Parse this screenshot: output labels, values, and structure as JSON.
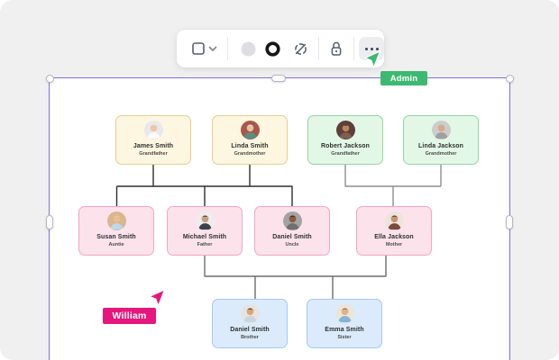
{
  "toolbar": {
    "tools": {
      "shape": "rounded-square",
      "fill_color": "#dedee2",
      "stroke_color": "#161616",
      "hidden": "eye-off",
      "lock": "unlocked",
      "more": "ellipsis"
    }
  },
  "selection": {
    "color": "#7d70e4"
  },
  "collaborators": [
    {
      "name": "Admin",
      "color": "#3eb971"
    },
    {
      "name": "William",
      "color": "#e6177c"
    }
  ],
  "family_tree": {
    "groups": {
      "yellow": {
        "bg": "#fdf6e0",
        "border": "#e7cd8e"
      },
      "green": {
        "bg": "#e3f7e7",
        "border": "#92d7a0"
      },
      "pink": {
        "bg": "#fce3eb",
        "border": "#f4a6bc"
      },
      "blue": {
        "bg": "#dcebfb",
        "border": "#a6c7ef"
      }
    },
    "connector_colors": {
      "smith": "#2e2e2e",
      "jackson": "#8e8e8e",
      "children": "#6d6d6d"
    },
    "members": [
      {
        "name": "James Smith",
        "role": "Grandfather",
        "group": "yellow",
        "avatar": {
          "bg": "#e9e9ea",
          "hair": "#dcdcdc",
          "skin": "#efc6a4",
          "top": "#fafafa"
        }
      },
      {
        "name": "Linda Smith",
        "role": "Grandmother",
        "group": "yellow",
        "avatar": {
          "bg": "#a8574b",
          "hair": "#ececec",
          "skin": "#eabf9e",
          "top": "#57907e"
        }
      },
      {
        "name": "Robert Jackson",
        "role": "Grandfather",
        "group": "green",
        "avatar": {
          "bg": "#5f3f3a",
          "hair": "#463832",
          "skin": "#c08554",
          "top": "#7c6051"
        }
      },
      {
        "name": "Linda Jackson",
        "role": "Grandmother",
        "group": "green",
        "avatar": {
          "bg": "#cccccc",
          "hair": "#b9b9b9",
          "skin": "#dca784",
          "top": "#9f9f9f"
        }
      },
      {
        "name": "Susan Smith",
        "role": "Auntie",
        "group": "pink",
        "avatar": {
          "bg": "#d8b68f",
          "hair": "#e8cf96",
          "skin": "#ecbd92",
          "top": "#bcd8ea"
        }
      },
      {
        "name": "Michael Smith",
        "role": "Father",
        "group": "pink",
        "avatar": {
          "bg": "#ededed",
          "hair": "#2e2926",
          "skin": "#c99f78",
          "top": "#3c414d"
        }
      },
      {
        "name": "Daniel Smith",
        "role": "Uncle",
        "group": "pink",
        "avatar": {
          "bg": "#a3a3a3",
          "hair": "#201c1a",
          "skin": "#8d5a3b",
          "top": "#707070"
        }
      },
      {
        "name": "Ella Jackson",
        "role": "Mother",
        "group": "pink",
        "avatar": {
          "bg": "#ece5df",
          "hair": "#2e2420",
          "skin": "#c79370",
          "top": "#7c4b3b"
        }
      },
      {
        "name": "Daniel Smith",
        "role": "Brother",
        "group": "blue",
        "avatar": {
          "bg": "#e6e4e0",
          "hair": "#2b2420",
          "skin": "#dca672",
          "top": "#ccd5dd"
        }
      },
      {
        "name": "Emma Smith",
        "role": "Sister",
        "group": "blue",
        "avatar": {
          "bg": "#ede4da",
          "hair": "#8a5a36",
          "skin": "#e2b187",
          "top": "#84b4d8"
        }
      }
    ]
  }
}
